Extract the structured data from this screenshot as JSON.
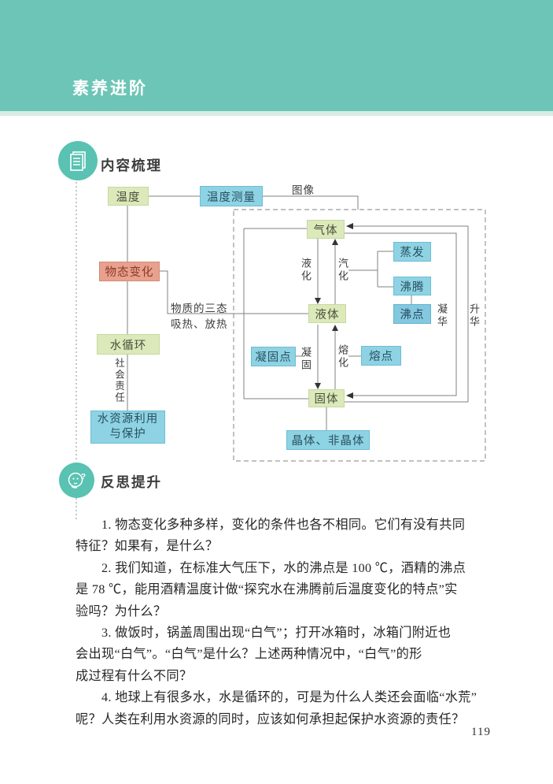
{
  "header": {
    "title": "素养进阶",
    "bg_color": "#6cc5b6",
    "text_color": "#ffffff"
  },
  "sections": {
    "content": {
      "title": "内容梳理",
      "icon": "document-icon",
      "circle_color": "#59c2b2"
    },
    "reflect": {
      "title": "反思提升",
      "icon": "thinking-face-icon",
      "circle_color": "#59c2b2"
    }
  },
  "diagram": {
    "boxes": {
      "temperature": "温度",
      "temperature_measurement": "温度测量",
      "state_change": "物态变化",
      "water_cycle": "水循环",
      "water_resource_line1": "水资源利用",
      "water_resource_line2": "与保护",
      "gas": "气体",
      "liquid": "液体",
      "solid": "固体",
      "evaporation": "蒸发",
      "boiling": "沸腾",
      "boiling_point": "沸点",
      "freezing_point": "凝固点",
      "melting_point": "熔点",
      "crystal": "晶体、非晶体"
    },
    "labels": {
      "graph": "图像",
      "liquefaction": "液化",
      "vaporization": "汽化",
      "solidification": "凝固",
      "melting": "熔化",
      "deposition": "凝华",
      "sublimation": "升华",
      "three_states": "物质的三态",
      "heat_absorb_release": "吸热、放热",
      "social_responsibility": "社会责任"
    },
    "colors": {
      "green_box": "#dce9ba",
      "blue_box": "#8ed3e4",
      "blue_box_dark": "#84c8e0",
      "pink_box": "#e7a18e",
      "line": "#808080",
      "dashed_border": "#9a9a9a"
    }
  },
  "questions": [
    {
      "lines": [
        "1. 物态变化多种多样，变化的条件也各不相同。它们有没有共同",
        "特征？如果有，是什么？"
      ]
    },
    {
      "lines": [
        "2. 我们知道，在标准大气压下，水的沸点是 100 ℃，酒精的沸点",
        "是 78 ℃，能用酒精温度计做“探究水在沸腾前后温度变化的特点”实",
        "验吗？为什么？"
      ]
    },
    {
      "lines": [
        "3. 做饭时，锅盖周围出现“白气”；打开冰箱时，冰箱门附近也",
        "会出现“白气”。“白气”是什么？上述两种情况中，“白气”的形",
        "成过程有什么不同？"
      ]
    },
    {
      "lines": [
        "4. 地球上有很多水，水是循环的，可是为什么人类还会面临“水荒”",
        "呢？人类在利用水资源的同时，应该如何承担起保护水资源的责任？"
      ]
    }
  ],
  "page_number": "119"
}
